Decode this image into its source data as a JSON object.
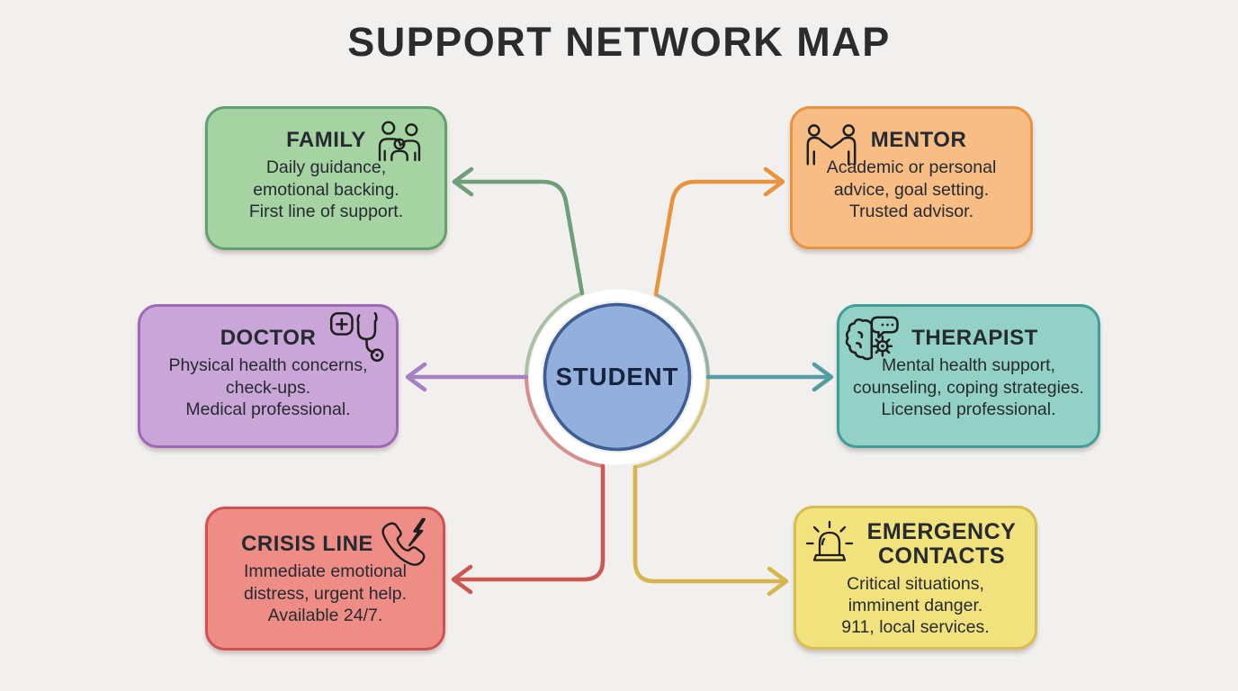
{
  "theme": {
    "background": "#f1f0ee",
    "title_color": "#2c2c2e",
    "node_text_color": "#262a31",
    "icon_stroke_color": "#1e1e1e"
  },
  "title": "SUPPORT NETWORK MAP",
  "center": {
    "label": "STUDENT",
    "colors": {
      "fill": "#93afdb",
      "border": "#3d5e94",
      "halo": "#ffffff",
      "label_color": "#16243e"
    }
  },
  "ring_arcs": [
    {
      "position": "top-left",
      "color": "#a9c0a4"
    },
    {
      "position": "top-right",
      "color": "#96b2a7"
    },
    {
      "position": "bottom-left",
      "color": "#d4908c"
    },
    {
      "position": "bottom-right",
      "color": "#d6c67e"
    }
  ],
  "nodes": [
    {
      "id": "family",
      "title": "FAMILY",
      "icon": "family-icon",
      "lines": [
        "Daily guidance,",
        "emotional backing.",
        "First line of support."
      ],
      "colors": {
        "fill": "#a6d3a2",
        "border": "#62a06d",
        "connector": "#6f9e78"
      }
    },
    {
      "id": "mentor",
      "title": "MENTOR",
      "icon": "mentor-handshake-icon",
      "lines": [
        "Academic or personal",
        "advice, goal setting.",
        "Trusted advisor."
      ],
      "colors": {
        "fill": "#f7bd85",
        "border": "#e8933f",
        "connector": "#e8943f"
      }
    },
    {
      "id": "doctor",
      "title": "DOCTOR",
      "icon": "stethoscope-icon",
      "lines": [
        "Physical health concerns,",
        "check-ups.",
        "Medical professional."
      ],
      "colors": {
        "fill": "#c9a5d8",
        "border": "#9f68b5",
        "connector": "#a581c1"
      }
    },
    {
      "id": "therapist",
      "title": "THERAPIST",
      "icon": "brain-counseling-icon",
      "lines": [
        "Mental health support,",
        "counseling, coping strategies.",
        "Licensed professional."
      ],
      "colors": {
        "fill": "#93d1c7",
        "border": "#3f9e98",
        "connector": "#559da0"
      }
    },
    {
      "id": "crisis_line",
      "title": "CRISIS LINE",
      "icon": "phone-bolt-icon",
      "lines": [
        "Immediate emotional",
        "distress, urgent help.",
        "Available 24/7."
      ],
      "colors": {
        "fill": "#ee8c86",
        "border": "#cf5150",
        "connector": "#cd5752"
      }
    },
    {
      "id": "emergency_contacts",
      "title": "EMERGENCY CONTACTS",
      "icon": "siren-icon",
      "lines": [
        "Critical situations,",
        "imminent danger.",
        "911, local services."
      ],
      "colors": {
        "fill": "#f2e27d",
        "border": "#d8bd50",
        "connector": "#d6b54b"
      }
    }
  ]
}
